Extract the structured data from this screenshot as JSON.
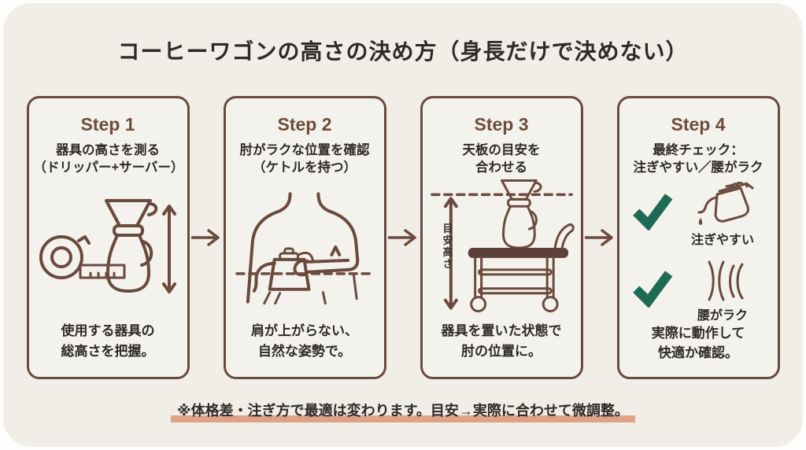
{
  "title": "コーヒーワゴンの高さの決め方（身長だけで決めない）",
  "footnote": "※体格差・注ぎ方で最適は変わります。目安→実際に合わせて微調整。",
  "colors": {
    "background": "#fdfdfc",
    "panel": "#f0eee7",
    "card": "#f4f2ec",
    "line_brown": "#6b4a3e",
    "text_dark": "#2e2a26",
    "step_brown": "#6f4c3e",
    "check_green": "#1e6b55",
    "underline_salmon": "#dfa287",
    "cart_top_fill": "#5d4037"
  },
  "cards": [
    {
      "step": "Step 1",
      "subtitle_line1": "器具の高さを測る",
      "subtitle_line2": "（ドリッパー+サーバー）",
      "caption_line1": "使用する器具の",
      "caption_line2": "総高さを把握。",
      "icons": [
        "tape-measure-icon",
        "dripper-server-icon",
        "height-range-arrow-icon"
      ]
    },
    {
      "step": "Step 2",
      "subtitle_line1": "肘がラクな位置を確認",
      "subtitle_line2": "（ケトルを持つ）",
      "caption_line1": "肩が上がらない、",
      "caption_line2": "自然な姿勢で。",
      "icons": [
        "torso-holding-kettle-icon",
        "elbow-level-dashed-line-icon"
      ]
    },
    {
      "step": "Step 3",
      "subtitle_line1": "天板の目安を",
      "subtitle_line2": "合わせる",
      "measure_label": "目安高さ",
      "caption_line1": "器具を置いた状態で",
      "caption_line2": "肘の位置に。",
      "icons": [
        "coffee-cart-icon",
        "target-height-arrow-icon",
        "top-level-dashed-line-icon"
      ]
    },
    {
      "step": "Step 4",
      "subtitle_line1": "最終チェック：",
      "subtitle_line2": "注ぎやすい／腰がラク",
      "checks": [
        {
          "label": "注ぎやすい",
          "icon": "pouring-kettle-icon"
        },
        {
          "label": "腰がラク",
          "icon": "relaxed-waist-icon"
        }
      ],
      "caption_line1": "実際に動作して",
      "caption_line2": "快適か確認。"
    }
  ],
  "arrows": [
    "step1-to-step2",
    "step2-to-step3",
    "step3-to-step4"
  ]
}
